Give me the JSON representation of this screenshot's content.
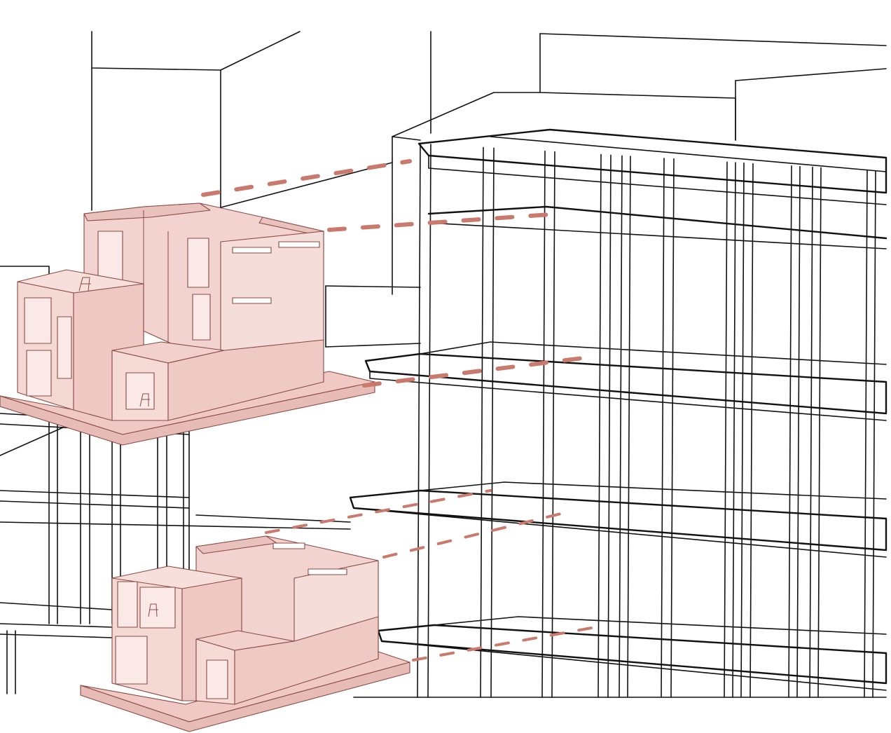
{
  "colors": {
    "background": "#ffffff",
    "linework": "#111111",
    "pod_fill": "#f2d3cf",
    "pod_shade": "#e8bcb6",
    "pod_stroke": "#8a4a45",
    "connector": "#c97a6c"
  },
  "diagram": {
    "description_visible_text": "",
    "components": [
      "structural-frame",
      "context-buildings",
      "upper-module",
      "lower-module",
      "connector-lines"
    ]
  }
}
